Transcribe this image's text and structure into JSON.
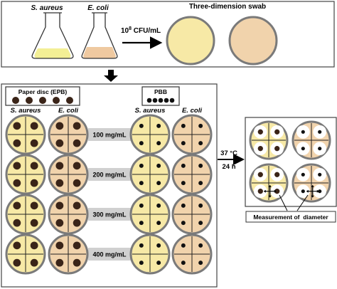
{
  "top": {
    "flask1_label": "S. aureus",
    "flask2_label": "E. coli",
    "cfu_label_prefix": "10",
    "cfu_label_exp": "8",
    "cfu_label_suffix": " CFU/mL",
    "swab_title": "Three-dimension swab"
  },
  "legend": {
    "paper_disc_label": "Paper disc (EPB)",
    "pbb_label": "PBB"
  },
  "columns": {
    "left_s_aureus": "S. aureus",
    "left_e_coli": "E. coli",
    "right_s_aureus": "S. aureus",
    "right_e_coli": "E. coli"
  },
  "rows": [
    {
      "concentration": "100 mg/mL"
    },
    {
      "concentration": "200 mg/mL"
    },
    {
      "concentration": "300 mg/mL"
    },
    {
      "concentration": "400 mg/mL"
    }
  ],
  "incubation": {
    "temperature": "37 °C",
    "time": "24 h"
  },
  "measurement_label": "Measurement of  diameter",
  "colors": {
    "s_aureus_plate": "#f7e9a6",
    "e_coli_plate": "#f1d3ac",
    "paper_disc": "#3a2418",
    "pbb_dot": "#111111",
    "flask1_liquid": "#f3ef95",
    "flask2_liquid": "#efc9a0",
    "plate_rim": "#7a7a7a",
    "concentration_band": "#d0d0d0"
  }
}
